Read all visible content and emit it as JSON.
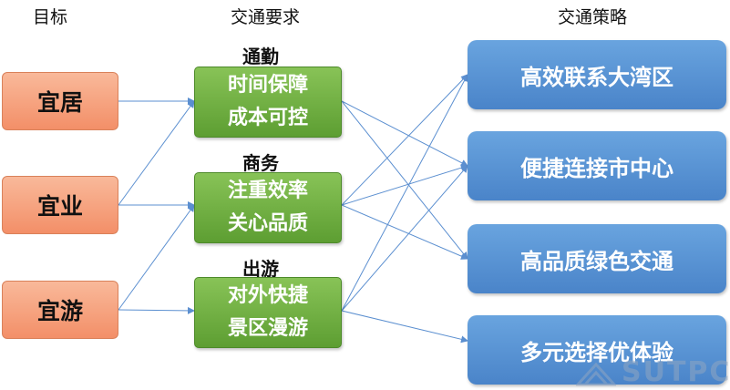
{
  "headers": {
    "goals": "目标",
    "requirements": "交通要求",
    "strategies": "交通策略"
  },
  "goals": [
    "宜居",
    "宜业",
    "宜游"
  ],
  "requirements": [
    {
      "label": "通勤",
      "line1": "时间保障",
      "line2": "成本可控"
    },
    {
      "label": "商务",
      "line1": "注重效率",
      "line2": "关心品质"
    },
    {
      "label": "出游",
      "line1": "对外快捷",
      "line2": "景区漫游"
    }
  ],
  "strategies": [
    "高效联系大湾区",
    "便捷连接市中心",
    "高品质绿色交通",
    "多元选择优体验"
  ],
  "watermark": "SUTPC",
  "colors": {
    "goal_fill": "#f5a07c",
    "req_fill": "#70b043",
    "strat_fill": "#5b96d8",
    "line": "#5b8fd0"
  }
}
